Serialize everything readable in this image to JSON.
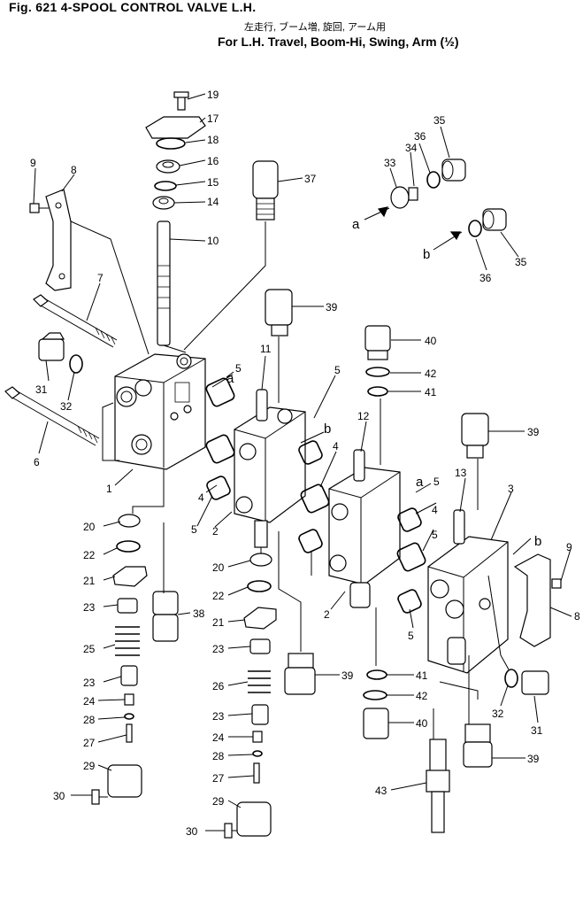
{
  "header": {
    "figure": "Fig. 621   4-SPOOL CONTROL VALVE L.H.",
    "japanese": "左走行, ブーム増, 旋回, アーム用",
    "english": "For L.H. Travel, Boom-Hi, Swing, Arm (½)"
  },
  "callouts": [
    {
      "text": "19"
    },
    {
      "text": "17"
    },
    {
      "text": "18"
    },
    {
      "text": "16"
    },
    {
      "text": "15"
    },
    {
      "text": "14"
    },
    {
      "text": "10"
    },
    {
      "text": "9"
    },
    {
      "text": "8"
    },
    {
      "text": "7"
    },
    {
      "text": "37"
    },
    {
      "text": "33"
    },
    {
      "text": "34"
    },
    {
      "text": "36"
    },
    {
      "text": "35"
    },
    {
      "text": "a"
    },
    {
      "text": "b"
    },
    {
      "text": "35"
    },
    {
      "text": "36"
    },
    {
      "text": "39"
    },
    {
      "text": "11"
    },
    {
      "text": "5"
    },
    {
      "text": "a"
    },
    {
      "text": "31"
    },
    {
      "text": "32"
    },
    {
      "text": "6"
    },
    {
      "text": "5"
    },
    {
      "text": "b"
    },
    {
      "text": "40"
    },
    {
      "text": "42"
    },
    {
      "text": "41"
    },
    {
      "text": "12"
    },
    {
      "text": "39"
    },
    {
      "text": "13"
    },
    {
      "text": "3"
    },
    {
      "text": "4"
    },
    {
      "text": "4"
    },
    {
      "text": "a"
    },
    {
      "text": "5"
    },
    {
      "text": "4"
    },
    {
      "text": "1"
    },
    {
      "text": "5"
    },
    {
      "text": "2"
    },
    {
      "text": "5"
    },
    {
      "text": "b"
    },
    {
      "text": "9"
    },
    {
      "text": "2"
    },
    {
      "text": "5"
    },
    {
      "text": "20"
    },
    {
      "text": "22"
    },
    {
      "text": "21"
    },
    {
      "text": "23"
    },
    {
      "text": "38"
    },
    {
      "text": "25"
    },
    {
      "text": "23"
    },
    {
      "text": "24"
    },
    {
      "text": "28"
    },
    {
      "text": "27"
    },
    {
      "text": "29"
    },
    {
      "text": "30"
    },
    {
      "text": "20"
    },
    {
      "text": "22"
    },
    {
      "text": "21"
    },
    {
      "text": "23"
    },
    {
      "text": "26"
    },
    {
      "text": "23"
    },
    {
      "text": "24"
    },
    {
      "text": "28"
    },
    {
      "text": "27"
    },
    {
      "text": "29"
    },
    {
      "text": "30"
    },
    {
      "text": "39"
    },
    {
      "text": "41"
    },
    {
      "text": "42"
    },
    {
      "text": "40"
    },
    {
      "text": "32"
    },
    {
      "text": "31"
    },
    {
      "text": "8"
    },
    {
      "text": "39"
    },
    {
      "text": "43"
    }
  ]
}
